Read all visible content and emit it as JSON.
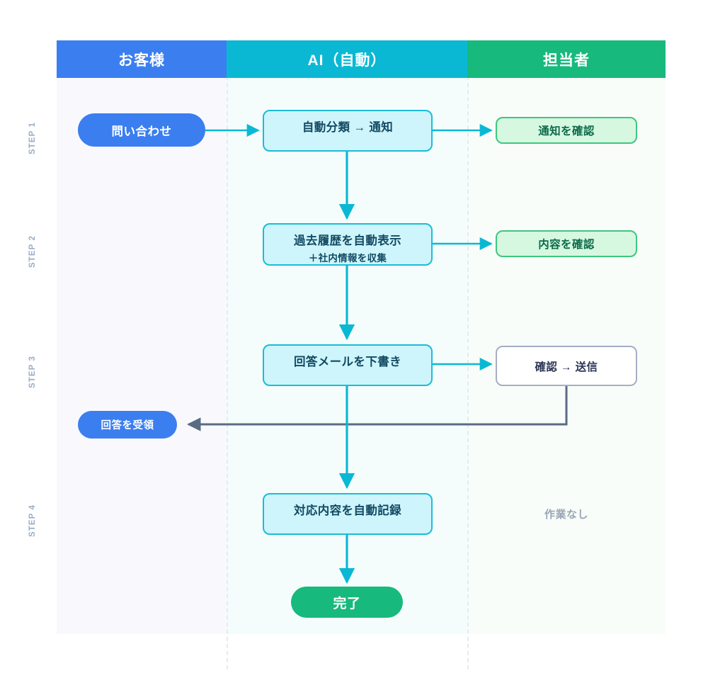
{
  "lanes": [
    {
      "id": "customer",
      "title": "お客様",
      "color": "#3b7ef0",
      "bg": "#f9f9fd"
    },
    {
      "id": "ai",
      "title": "AI（自動）",
      "color": "#0bb8d4",
      "bg": "#f4fdfc"
    },
    {
      "id": "staff",
      "title": "担当者",
      "color": "#17b97c",
      "bg": "#f8fdf9"
    }
  ],
  "steps": [
    {
      "label": "STEP 1"
    },
    {
      "label": "STEP 2"
    },
    {
      "label": "STEP 3"
    },
    {
      "label": "STEP 4"
    }
  ],
  "nodes": {
    "inquiry": {
      "text": "問い合わせ",
      "lane": "customer",
      "step": 1,
      "shape": "pill",
      "color": "#3b7ef0"
    },
    "auto_classify": {
      "text": "自動分類 → 通知",
      "lane": "ai",
      "step": 1,
      "shape": "box",
      "color": "#1bbcd8"
    },
    "check_notice": {
      "text": "通知を確認",
      "lane": "staff",
      "step": 1,
      "shape": "box",
      "color": "#3fc77f"
    },
    "history": {
      "text": "過去履歴を自動表示",
      "subtext": "＋社内情報を収集",
      "lane": "ai",
      "step": 2,
      "shape": "box",
      "color": "#1bbcd8"
    },
    "check_content": {
      "text": "内容を確認",
      "lane": "staff",
      "step": 2,
      "shape": "box",
      "color": "#3fc77f"
    },
    "draft_mail": {
      "text": "回答メールを下書き",
      "lane": "ai",
      "step": 3,
      "shape": "box",
      "color": "#1bbcd8"
    },
    "confirm_send": {
      "text": "確認 → 送信",
      "lane": "staff",
      "step": 3,
      "shape": "box",
      "color": "#a7adc4"
    },
    "receive_answer": {
      "text": "回答を受領",
      "lane": "customer",
      "step": 3,
      "shape": "pill",
      "color": "#3b7ef0"
    },
    "auto_record": {
      "text": "対応内容を自動記録",
      "lane": "ai",
      "step": 4,
      "shape": "box",
      "color": "#1bbcd8"
    },
    "no_task": {
      "text": "作業なし",
      "lane": "staff",
      "step": 4,
      "shape": "text",
      "color": "#9aa6b8"
    },
    "done": {
      "text": "完了",
      "lane": "ai",
      "step": 4,
      "shape": "pill",
      "color": "#17b97c"
    }
  },
  "connectors": [
    {
      "from": "inquiry",
      "to": "auto_classify",
      "dir": "right",
      "color": "#0bb8d4"
    },
    {
      "from": "auto_classify",
      "to": "check_notice",
      "dir": "right",
      "color": "#0bb8d4"
    },
    {
      "from": "auto_classify",
      "to": "history",
      "dir": "down",
      "color": "#0bb8d4"
    },
    {
      "from": "history",
      "to": "check_content",
      "dir": "right",
      "color": "#0bb8d4"
    },
    {
      "from": "history",
      "to": "draft_mail",
      "dir": "down",
      "color": "#0bb8d4"
    },
    {
      "from": "draft_mail",
      "to": "confirm_send",
      "dir": "right",
      "color": "#0bb8d4"
    },
    {
      "from": "confirm_send",
      "to": "receive_answer",
      "dir": "left-elbow",
      "color": "#5a6b84"
    },
    {
      "from": "draft_mail",
      "to": "auto_record",
      "dir": "down",
      "color": "#0bb8d4"
    },
    {
      "from": "auto_record",
      "to": "done",
      "dir": "down",
      "color": "#0bb8d4"
    }
  ],
  "colors": {
    "accent_blue": "#3b7ef0",
    "accent_cyan": "#0bb8d4",
    "accent_green": "#17b97c",
    "box_ai_fill": "#cdf5fb",
    "box_green_fill": "#d6f7e0",
    "return_arrow": "#5a6b84",
    "step_label": "#9badc4"
  }
}
